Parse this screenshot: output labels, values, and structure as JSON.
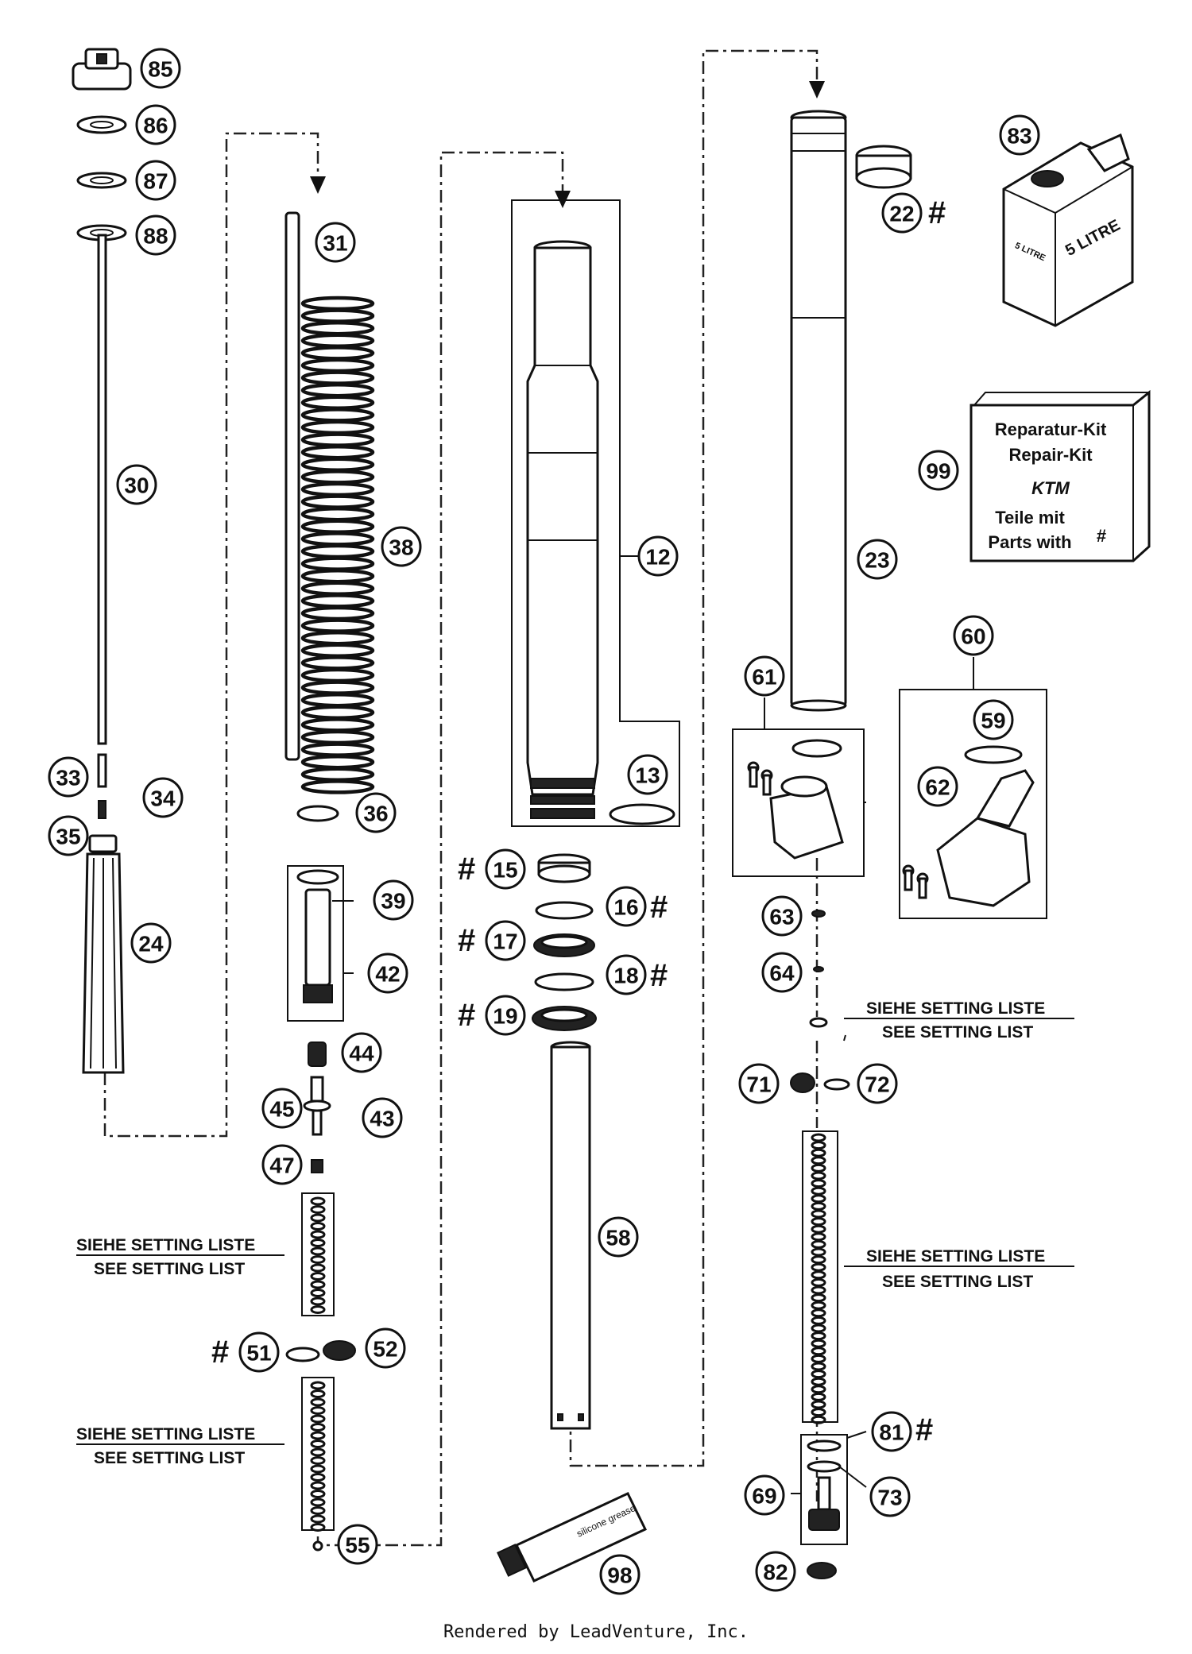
{
  "callouts": [
    {
      "id": "85",
      "label": "85"
    },
    {
      "id": "86",
      "label": "86"
    },
    {
      "id": "87",
      "label": "87"
    },
    {
      "id": "88",
      "label": "88"
    },
    {
      "id": "30",
      "label": "30"
    },
    {
      "id": "33",
      "label": "33"
    },
    {
      "id": "34",
      "label": "34"
    },
    {
      "id": "35",
      "label": "35"
    },
    {
      "id": "24",
      "label": "24"
    },
    {
      "id": "31",
      "label": "31"
    },
    {
      "id": "38",
      "label": "38"
    },
    {
      "id": "36",
      "label": "36"
    },
    {
      "id": "39",
      "label": "39"
    },
    {
      "id": "42",
      "label": "42"
    },
    {
      "id": "44",
      "label": "44"
    },
    {
      "id": "45",
      "label": "45"
    },
    {
      "id": "43",
      "label": "43"
    },
    {
      "id": "47",
      "label": "47"
    },
    {
      "id": "51",
      "label": "51"
    },
    {
      "id": "52",
      "label": "52"
    },
    {
      "id": "55",
      "label": "55"
    },
    {
      "id": "12",
      "label": "12"
    },
    {
      "id": "13",
      "label": "13"
    },
    {
      "id": "15",
      "label": "15"
    },
    {
      "id": "16",
      "label": "16"
    },
    {
      "id": "17",
      "label": "17"
    },
    {
      "id": "18",
      "label": "18"
    },
    {
      "id": "19",
      "label": "19"
    },
    {
      "id": "58",
      "label": "58"
    },
    {
      "id": "98",
      "label": "98"
    },
    {
      "id": "22",
      "label": "22"
    },
    {
      "id": "23",
      "label": "23"
    },
    {
      "id": "83",
      "label": "83"
    },
    {
      "id": "99",
      "label": "99"
    },
    {
      "id": "60",
      "label": "60"
    },
    {
      "id": "61",
      "label": "61"
    },
    {
      "id": "59",
      "label": "59"
    },
    {
      "id": "62",
      "label": "62"
    },
    {
      "id": "63",
      "label": "63"
    },
    {
      "id": "64",
      "label": "64"
    },
    {
      "id": "71",
      "label": "71"
    },
    {
      "id": "72",
      "label": "72"
    },
    {
      "id": "81",
      "label": "81"
    },
    {
      "id": "73",
      "label": "73"
    },
    {
      "id": "69",
      "label": "69"
    },
    {
      "id": "82",
      "label": "82"
    }
  ],
  "hash_mark": "#",
  "setting_notes": {
    "line_de": "SIEHE SETTING LISTE",
    "line_en": "SEE SETTING LIST"
  },
  "repair_kit": {
    "line1": "Reparatur-Kit",
    "line2": "Repair-Kit",
    "brand": "KTM",
    "line3": "Teile mit",
    "line4": "Parts with",
    "mark": "#"
  },
  "oil_can": {
    "label_small": "5 LITRE",
    "label_large": "5 LITRE"
  },
  "grease_tube": {
    "label": "silicone grease"
  },
  "footer": "Rendered by LeadVenture, Inc."
}
